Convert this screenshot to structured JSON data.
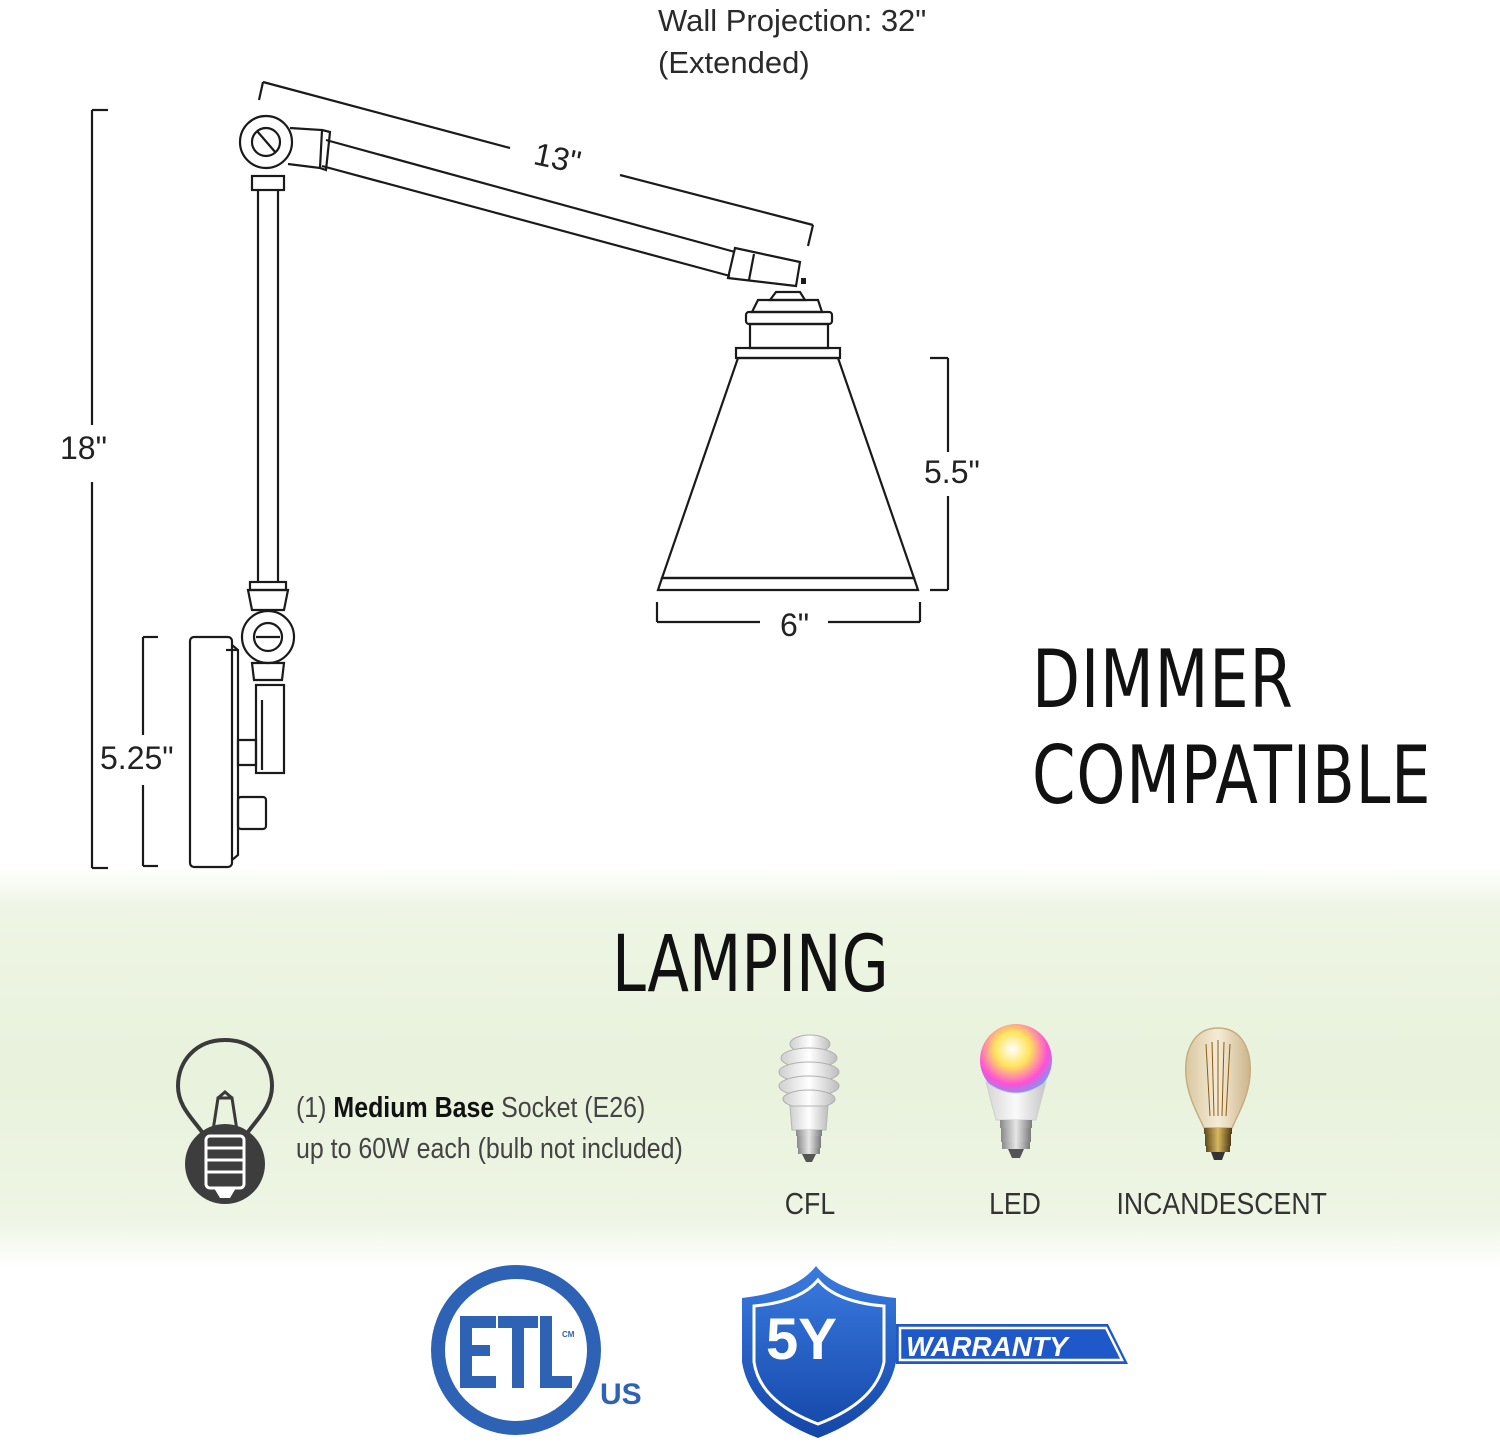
{
  "dimensions": {
    "projection_line1": "Wall Projection: 32\"",
    "projection_line2": "(Extended)",
    "arm_length": "13\"",
    "height": "18\"",
    "shade_height": "5.5\"",
    "shade_width": "6\"",
    "backplate_height": "5.25\""
  },
  "feature": {
    "line1": "DIMMER",
    "line2": "COMPATIBLE"
  },
  "lamping": {
    "title": "LAMPING",
    "socket_count": "(1)",
    "socket_type": "Medium Base",
    "socket_rest": "Socket (E26)",
    "wattage": "up to 60W each (bulb not included)",
    "bulbs": [
      {
        "label": "CFL",
        "icon": "cfl-bulb-icon"
      },
      {
        "label": "LED",
        "icon": "led-bulb-icon"
      },
      {
        "label": "INCANDESCENT",
        "icon": "incandescent-bulb-icon"
      }
    ]
  },
  "certification": {
    "mark": "ETL",
    "cm": "CM",
    "country": "US",
    "color": "#2d62b5"
  },
  "warranty": {
    "years": "5Y",
    "text": "WARRANTY",
    "color": "#1f58c8"
  }
}
